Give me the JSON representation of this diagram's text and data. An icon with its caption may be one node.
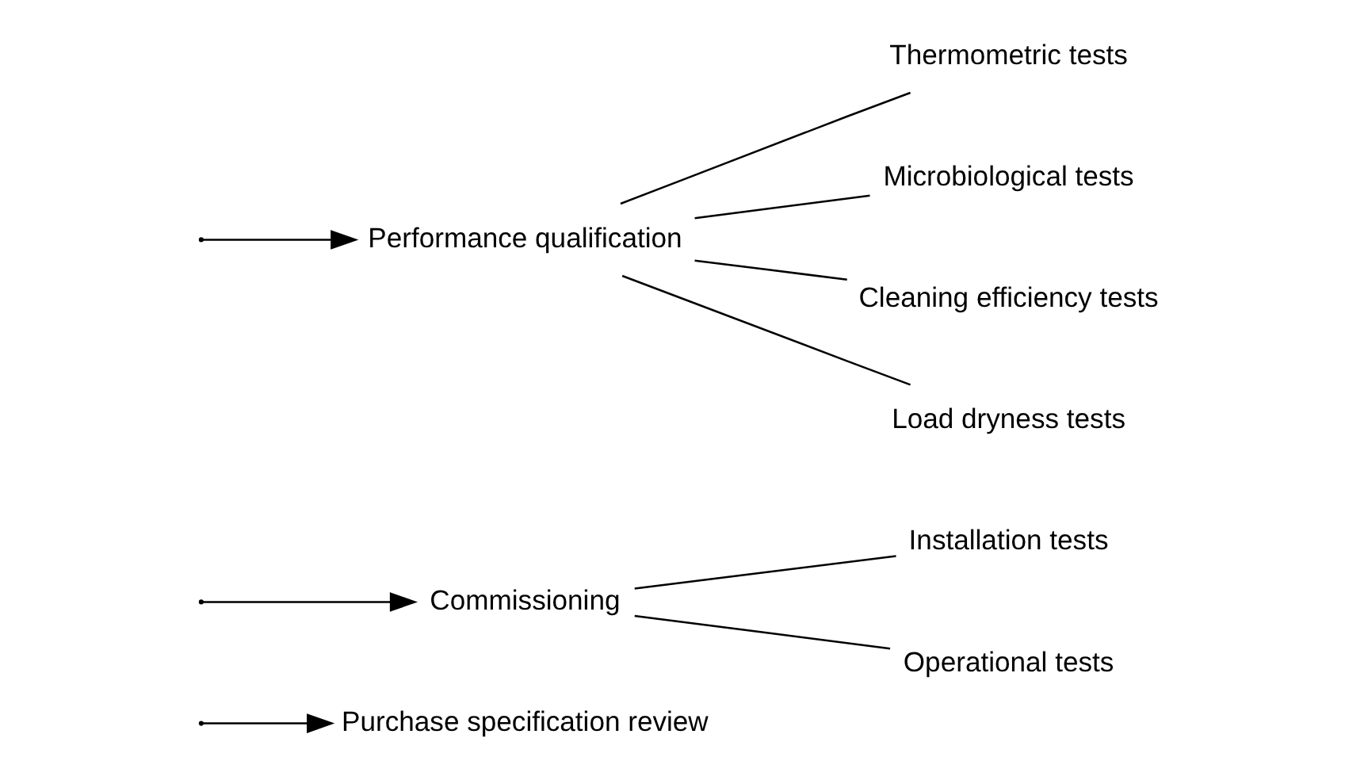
{
  "diagram": {
    "nodes": [
      {
        "text": [
          "Purchase specification review"
        ]
      },
      {
        "text": [
          "Commissioning"
        ]
      },
      {
        "text": [
          "Installation tests"
        ]
      },
      {
        "text": [
          "Operational tests"
        ]
      },
      {
        "text": [
          "Performance qualification"
        ]
      },
      {
        "text": [
          "Thermometric tests"
        ]
      },
      {
        "text": [
          "Microbiological tests"
        ]
      },
      {
        "text": [
          "Cleaning efficiency tests"
        ]
      },
      {
        "text": [
          "Load dryness tests"
        ]
      }
    ],
    "edges": [
      {
        "from": null,
        "to": 0,
        "arrow": "to"
      },
      {
        "from": null,
        "to": 1,
        "arrow": "to"
      },
      {
        "from": null,
        "to": 4,
        "arrow": "to"
      },
      {
        "from": 1,
        "to": 2,
        "arrow": "none"
      },
      {
        "from": 1,
        "to": 3,
        "arrow": "none"
      },
      {
        "from": 4,
        "to": 5,
        "arrow": "none"
      },
      {
        "from": 4,
        "to": 6,
        "arrow": "none"
      },
      {
        "from": 4,
        "to": 7,
        "arrow": "none"
      },
      {
        "from": 4,
        "to": 8,
        "arrow": "none"
      }
    ]
  }
}
